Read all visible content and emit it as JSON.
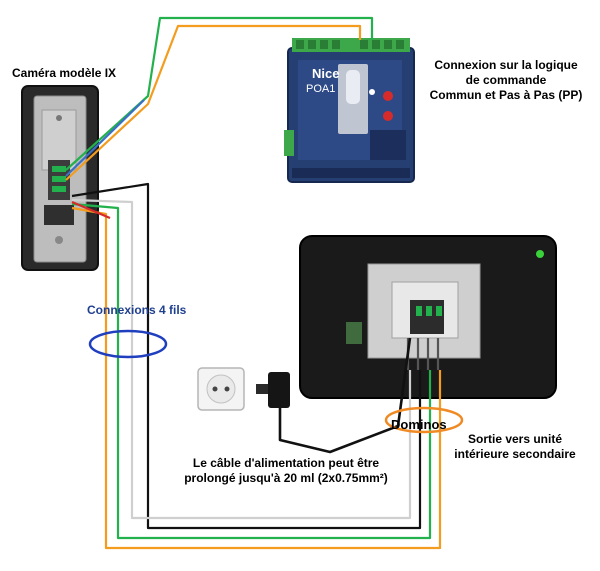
{
  "labels": {
    "camera": "Caméra modèle IX",
    "logic_line1": "Connexion sur la logique",
    "logic_line2": "de commande",
    "logic_line3": "Commun et Pas à Pas (PP)",
    "connexions": "Connexions 4 fils",
    "dominos": "Dominos",
    "output_line1": "Sortie vers unité",
    "output_line2": "intérieure secondaire",
    "cable_line1": "Le câble d'alimentation peut être",
    "cable_line2": "prolongé jusqu'à 20 ml (2x0.75mm²)"
  },
  "controller": {
    "brand": "Nice",
    "model": "POA1"
  },
  "colors": {
    "wire_green": "#22b14c",
    "wire_orange": "#f39c1e",
    "wire_blue": "#3b6fc4",
    "wire_black": "#111111",
    "wire_white": "#d9d9d9",
    "ellipse_blue": "#1f3fbf",
    "ellipse_orange": "#f08a24"
  }
}
